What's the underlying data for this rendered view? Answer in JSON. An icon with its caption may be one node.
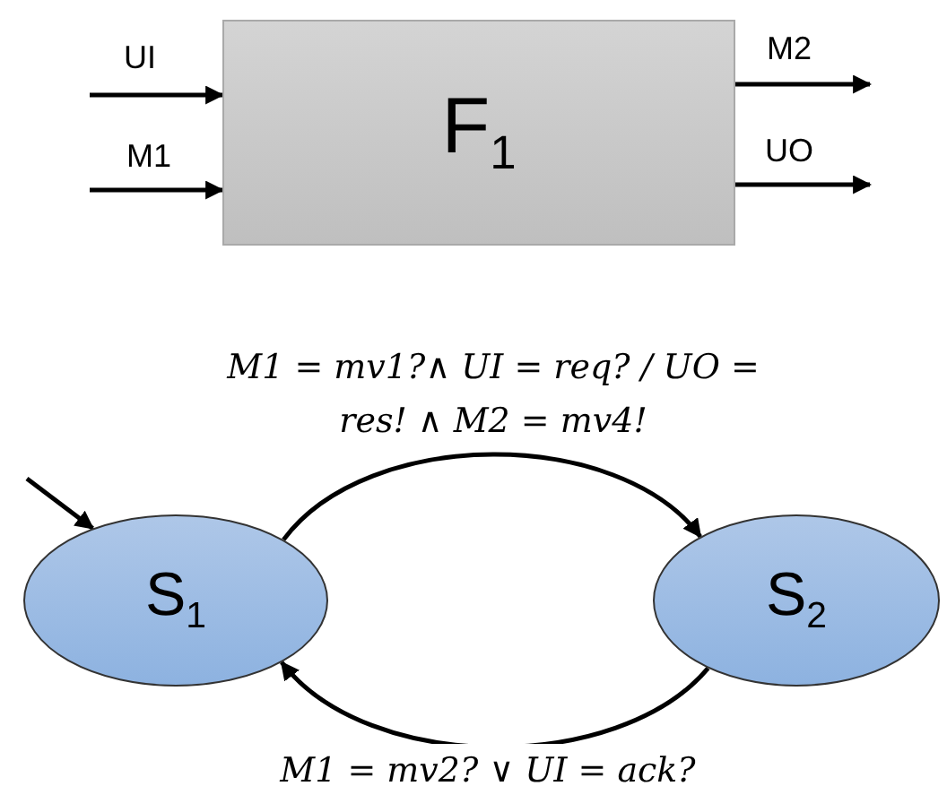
{
  "diagram": {
    "nodes": [
      {
        "text": [
          "F$_{1}$"
        ]
      },
      {
        "text": [
          "S$_{1}$"
        ]
      },
      {
        "text": [
          "S$_{2}$"
        ]
      }
    ],
    "edges": [
      {
        "from": null,
        "to": 0,
        "arrow": "to",
        "label": "UI"
      },
      {
        "from": null,
        "to": 0,
        "arrow": "to",
        "label": "M1"
      },
      {
        "from": 0,
        "to": null,
        "arrow": "to",
        "label": "M2"
      },
      {
        "from": 0,
        "to": null,
        "arrow": "to",
        "label": "UO"
      },
      {
        "from": null,
        "to": 1,
        "arrow": "to"
      },
      {
        "from": 1,
        "to": 2,
        "arrow": "to",
        "label": "M1 = mv1?∧ UI = req? / UO = res! ∧ M2 = mv4!"
      },
      {
        "from": 2,
        "to": 1,
        "arrow": "to",
        "label": "M1 = mv2? ∨ UI = ack?"
      }
    ]
  }
}
